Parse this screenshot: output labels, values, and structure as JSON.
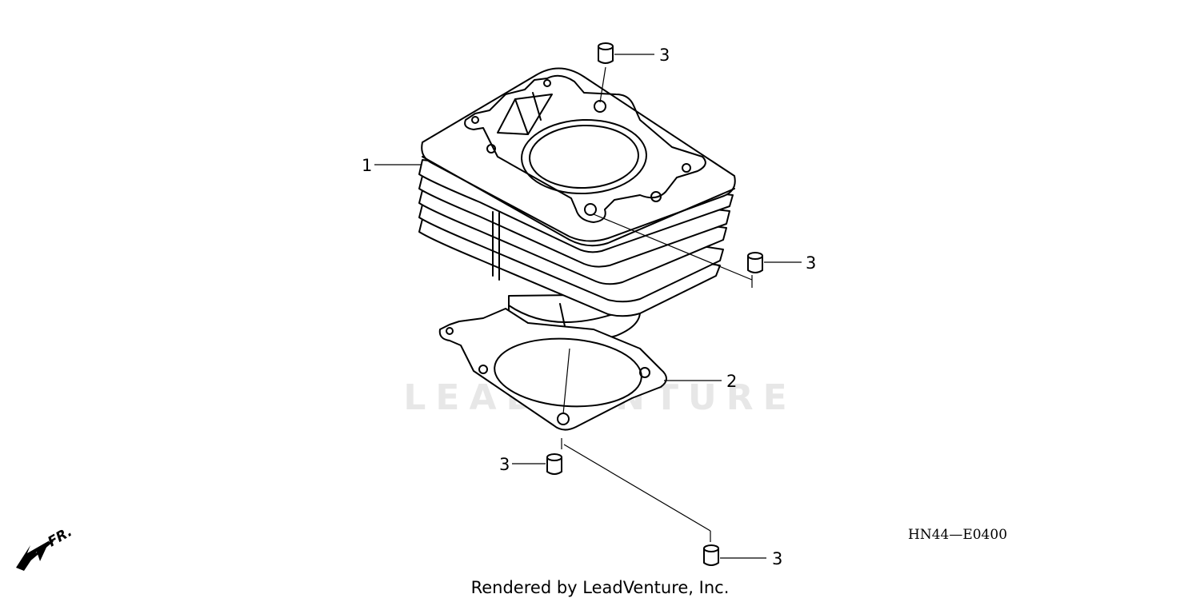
{
  "watermark": {
    "text": "LEADVENTURE"
  },
  "callouts": {
    "cylinder": "1",
    "gasket": "2",
    "dowel_top": "3",
    "dowel_right": "3",
    "dowel_lower_left": "3",
    "dowel_bottom": "3"
  },
  "diagram_code": "HN44—E0400",
  "front_marker": "FR.",
  "credit": "Rendered by LeadVenture, Inc.",
  "icons": {
    "front_arrow": "arrow-down-left-icon",
    "watermark_logo": "flame-logo-icon"
  }
}
